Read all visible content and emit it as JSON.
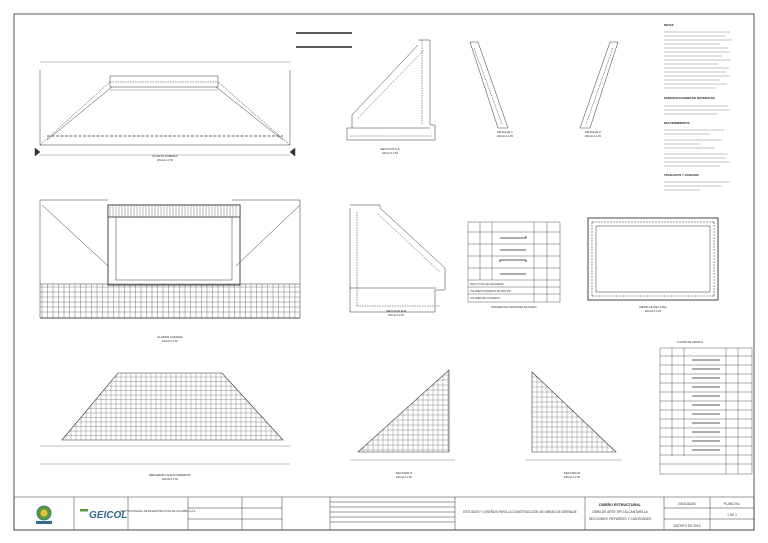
{
  "views": {
    "plan": {
      "title": "PLANTA CAMARA",
      "scale": "ESCALA 1:50"
    },
    "elevation": {
      "title": "ALZADO CAMARA",
      "scale": "ESCALA 1:50"
    },
    "section_top": {
      "title": "SECCION A-A",
      "scale": "ESCALA 1:50"
    },
    "section_mid": {
      "title": "SECCION B-B",
      "scale": "ESCALA 1:50"
    },
    "detail1": {
      "title": "DETALLE 1",
      "scale": "ESCALA 1:25"
    },
    "detail2": {
      "title": "DETALLE 2",
      "scale": "ESCALA 1:25"
    },
    "slab_detail": {
      "title": "DETALLE DE LOSA",
      "scale": "ESCALA 1:25"
    },
    "wing_left": {
      "title": "REFUERZO ALETA INFERIOR",
      "scale": "ESCALA 1:50"
    },
    "wing_mid": {
      "title": "SECCION D",
      "scale": "ESCALA 1:50"
    },
    "wing_right": {
      "title": "SECCION E",
      "scale": "ESCALA 1:50"
    }
  },
  "rebar_table_1": {
    "title": "RESUMEN DE CANTIDADES DE ACERO",
    "footer": [
      "PESO TOTAL DEL REFUERZO",
      "VOLUMEN CONCRETO DE 3000 PSI",
      "VOLUMEN DE CONCRETO"
    ]
  },
  "rebar_table_2": {
    "title": "CUADRO DE HIERROS"
  },
  "notes": {
    "header1": "NOTAS",
    "header2": "ESPECIFICACIONES DE MATERIALES",
    "header3": "RECUBRIMIENTOS",
    "header4": "TRASLAPOS Y GANCHOS"
  },
  "title_block": {
    "company": "GEICOL",
    "company_sub": "GESTION INTEGRAL DE INFRAESTRUCTURA DE COLOMBIA S.A.S.",
    "project": "ESTUDIOS Y DISEÑOS PARA LA CONSTRUCCION DE OBRAS DE DRENAJE",
    "drawing_title": "DISEÑO ESTRUCTURAL",
    "drawing_sub": "OBRA DE ARTE TIPO ALCANTARILLA",
    "drawing_sub2": "SECCIONES, REFUERZO Y CANTIDADES",
    "sheet_label": "PLANO No.",
    "sheet_no": "1 DE 1",
    "date": "AGOSTO DE 2019",
    "scale": "INDICADAS"
  },
  "colors": {
    "line": "#333333",
    "rebar": "#222222",
    "grid": "#444444",
    "brand": "#2f6b8a",
    "logo_green": "#5a9a3a"
  }
}
